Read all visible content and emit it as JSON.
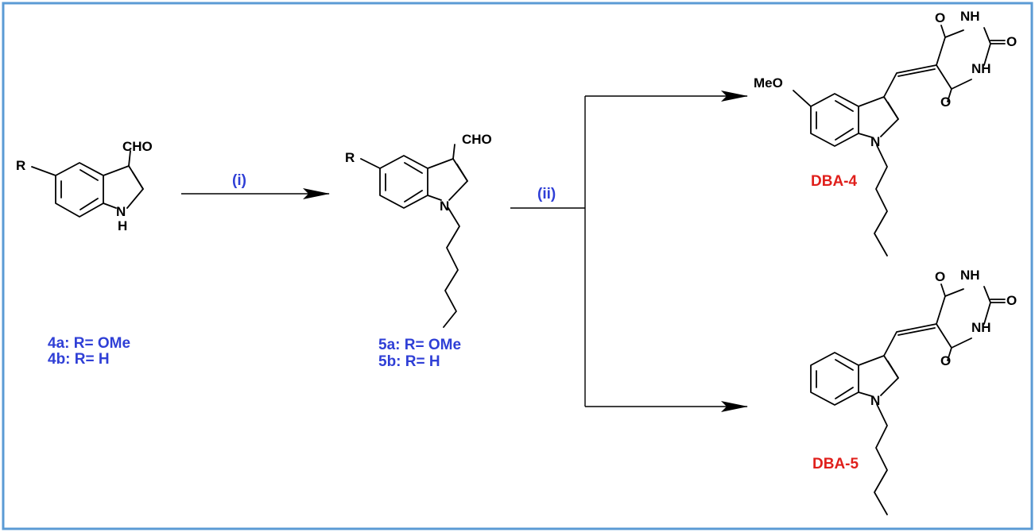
{
  "colors": {
    "frame": "#5b9bd5",
    "blue_label": "#2f3fd6",
    "red_label": "#e0201c",
    "ink": "#000000"
  },
  "atoms": {
    "R": "R",
    "CHO": "CHO",
    "H": "H",
    "N": "N",
    "NH": "NH",
    "O": "O",
    "MeO": "MeO"
  },
  "steps": {
    "i": "(i)",
    "ii": "(ii)"
  },
  "compounds": {
    "c4": {
      "a": "4a: R= OMe",
      "b": "4b: R= H"
    },
    "c5": {
      "a": "5a: R= OMe",
      "b": "5b: R= H"
    },
    "dba4": "DBA-4",
    "dba5": "DBA-5"
  }
}
